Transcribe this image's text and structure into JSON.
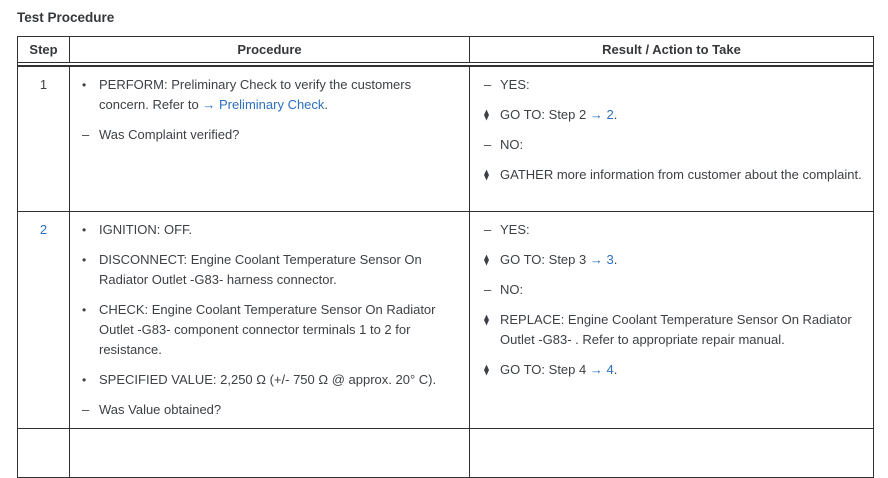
{
  "page": {
    "title": "Test Procedure"
  },
  "colors": {
    "text": "#3d4145",
    "link": "#2d70bf",
    "border": "#323232"
  },
  "table": {
    "headers": [
      {
        "label": "Step"
      },
      {
        "label": "Procedure"
      },
      {
        "label": "Result / Action to Take"
      }
    ],
    "rows": [
      {
        "step": {
          "text": "1",
          "is_link": false
        },
        "procedure": [
          {
            "marker": "bullet",
            "segments": [
              {
                "text": "PERFORM: Preliminary Check to verify the customers concern. Refer to "
              },
              {
                "text": "→ Preliminary Check",
                "link": true
              },
              {
                "text": "."
              }
            ]
          },
          {
            "marker": "dash",
            "segments": [
              {
                "text": "Was Complaint verified?"
              }
            ]
          }
        ],
        "result": [
          {
            "marker": "dash",
            "segments": [
              {
                "text": "YES:"
              }
            ]
          },
          {
            "marker": "diamond",
            "segments": [
              {
                "text": "GO TO: Step 2 "
              },
              {
                "text": "→ 2",
                "link": true
              },
              {
                "text": "."
              }
            ]
          },
          {
            "marker": "dash",
            "segments": [
              {
                "text": "NO:"
              }
            ]
          },
          {
            "marker": "diamond",
            "segments": [
              {
                "text": "GATHER more information from customer about the complaint."
              }
            ]
          }
        ]
      },
      {
        "step": {
          "text": "2",
          "is_link": true
        },
        "procedure": [
          {
            "marker": "bullet",
            "segments": [
              {
                "text": "IGNITION: OFF."
              }
            ]
          },
          {
            "marker": "bullet",
            "segments": [
              {
                "text": "DISCONNECT: Engine Coolant Temperature Sensor On Radiator Outlet -G83- harness connector."
              }
            ]
          },
          {
            "marker": "bullet",
            "segments": [
              {
                "text": "CHECK: Engine Coolant Temperature Sensor On Radiator Outlet -G83- component connector terminals 1 to 2 for resistance."
              }
            ]
          },
          {
            "marker": "bullet",
            "segments": [
              {
                "text": "SPECIFIED VALUE: 2,250 Ω (+/- 750 Ω @ approx. 20° C)."
              }
            ]
          },
          {
            "marker": "dash",
            "segments": [
              {
                "text": "Was Value obtained?"
              }
            ]
          }
        ],
        "result": [
          {
            "marker": "dash",
            "segments": [
              {
                "text": "YES:"
              }
            ]
          },
          {
            "marker": "diamond",
            "segments": [
              {
                "text": "GO TO: Step 3 "
              },
              {
                "text": "→ 3",
                "link": true
              },
              {
                "text": "."
              }
            ]
          },
          {
            "marker": "dash",
            "segments": [
              {
                "text": "NO:"
              }
            ]
          },
          {
            "marker": "diamond",
            "segments": [
              {
                "text": "REPLACE: Engine Coolant Temperature Sensor On Radiator Outlet -G83- . Refer to appropriate repair manual."
              }
            ]
          },
          {
            "marker": "diamond",
            "segments": [
              {
                "text": "GO TO: Step 4 "
              },
              {
                "text": "→ 4",
                "link": true
              },
              {
                "text": "."
              }
            ]
          }
        ]
      },
      {
        "step": {
          "text": "",
          "is_link": false
        },
        "procedure": [],
        "result": []
      }
    ]
  }
}
